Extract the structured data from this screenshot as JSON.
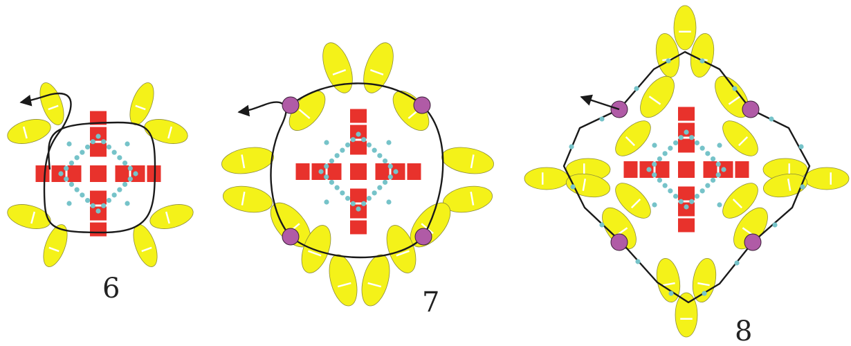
{
  "steps": [
    {
      "label": "6"
    },
    {
      "label": "7"
    },
    {
      "label": "8"
    }
  ],
  "colors": {
    "seed_bead": "#76c3c9",
    "bar_bead": "#e8322c",
    "petal_bead": "#f4f219",
    "petal_outline": "#8a8a3a",
    "pearl": "#b05ba6",
    "thread": "#1a1a1a",
    "background": "#ffffff"
  },
  "icons": {
    "thread_direction": "arrow-left-icon"
  }
}
